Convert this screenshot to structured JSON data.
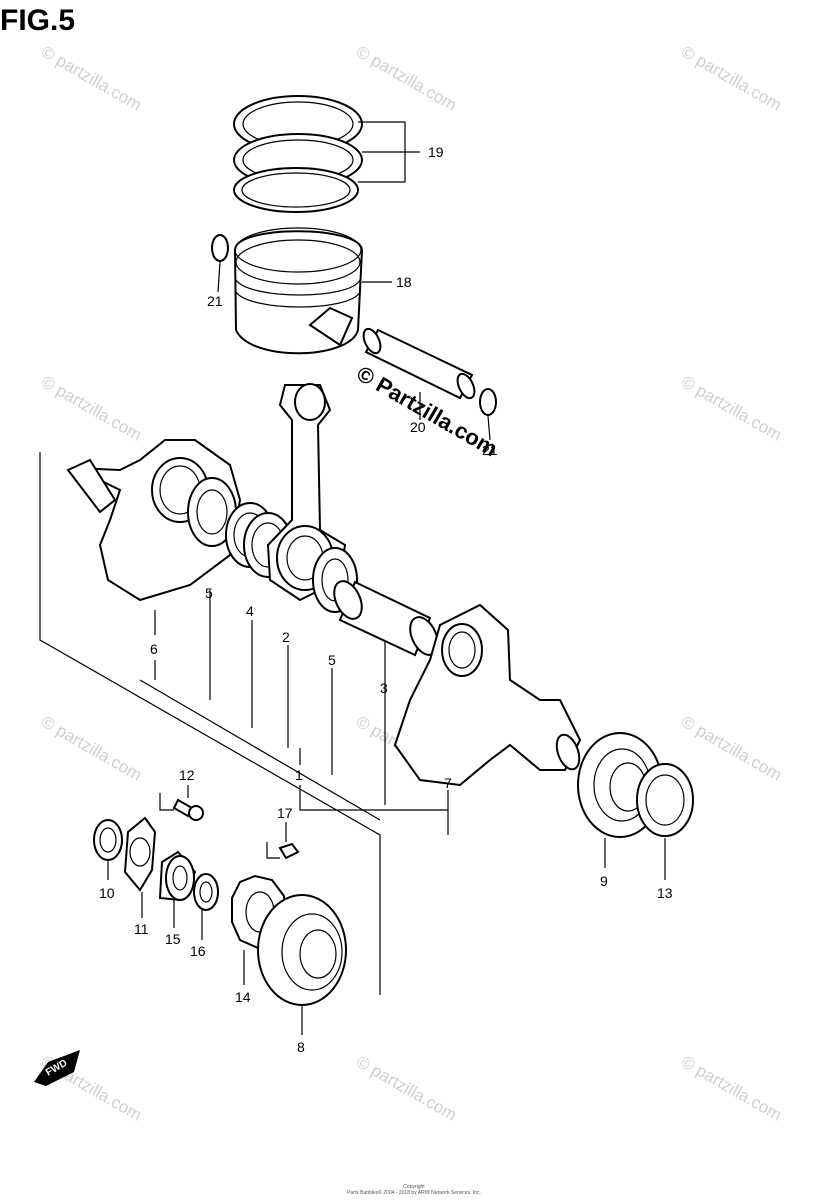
{
  "figure_title": "FIG.5",
  "watermark": "© partzilla.com",
  "center_watermark": "© Partzilla.com",
  "fwd_label": "FWD",
  "copyright_lines": [
    "Copyright",
    "Parts Bubbles© 2004 - 2018 by ARI® Network Services, Inc."
  ],
  "callouts": {
    "c19": "19",
    "c18": "18",
    "c21a": "21",
    "c21b": "21",
    "c20": "20",
    "c5a": "5",
    "c4": "4",
    "c2": "2",
    "c6": "6",
    "c5b": "5",
    "c3": "3",
    "c1": "1",
    "c7": "7",
    "c12": "12",
    "c17": "17",
    "c9": "9",
    "c13": "13",
    "c10": "10",
    "c11": "11",
    "c15": "15",
    "c16": "16",
    "c14": "14",
    "c8": "8"
  }
}
